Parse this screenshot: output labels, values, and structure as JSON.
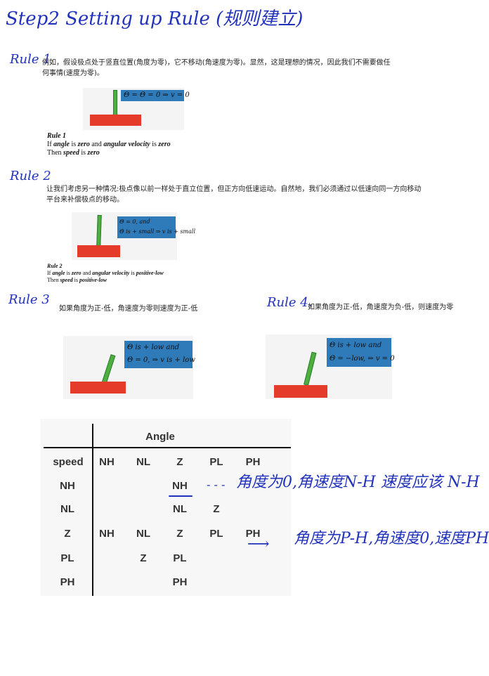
{
  "heading": "Step2   Setting up Rule (规则建立)",
  "rule1": {
    "label": "Rule 1",
    "desc_line1": "例如，假设极点处于竖直位置(角度为零)，它不移动(角速度为零)。显然，这是理想的情况，因此我们不需要做任",
    "desc_line2": "何事情(速度为零)。",
    "equation": "Θ = Θ̇ = 0 ⇒ v = 0",
    "cap_title": "Rule 1",
    "cap_if_a": "If ",
    "cap_angle": "angle",
    "cap_is": " is ",
    "cap_zero": "zero",
    "cap_and": " and ",
    "cap_av": "angular velocity",
    "cap_is2": " is ",
    "cap_zero2": "zero",
    "cap_then": "Then ",
    "cap_speed": "speed",
    "cap_is3": " is ",
    "cap_zero3": "zero"
  },
  "rule2": {
    "label": "Rule 2",
    "desc_line1": "让我们考虑另一种情况:极点像以前一样处于直立位置，但正方向低速运动。自然地，我们必须通过以低速向同一方向移动",
    "desc_line2": "平台来补偿极点的移动。",
    "eq1": "Θ = 0, and",
    "eq2": "Θ̇ is + small ⇒ v is + small",
    "cap_title": "Rule 2",
    "cap_if_a": "If ",
    "cap_angle": "angle",
    "cap_is": " is ",
    "cap_zero": "zero",
    "cap_and": " and ",
    "cap_av": "angular velocity",
    "cap_is2": " is ",
    "cap_pl": "positive-low",
    "cap_then": "Then ",
    "cap_speed": "speed",
    "cap_is3": " is ",
    "cap_pl2": "positive-low"
  },
  "rule3": {
    "label": "Rule 3",
    "desc": "如果角度为正-低，角速度为零则速度为正-低",
    "eq1": "Θ is + low and",
    "eq2": "Θ̇ = 0, ⇒ v is + low"
  },
  "rule4": {
    "label": "Rule 4.",
    "desc": "如果角度为正-低，角速度为负-低，则速度为零",
    "eq1": "Θ is + low and",
    "eq2": "Θ̇ = −low, ⇒ v = 0"
  },
  "table": {
    "angle_header": "Angle",
    "corner": "speed",
    "cols": [
      "NH",
      "NL",
      "Z",
      "PL",
      "PH"
    ],
    "rows": [
      {
        "label": "NH",
        "cells": [
          "",
          "",
          "NH",
          "",
          ""
        ]
      },
      {
        "label": "NL",
        "cells": [
          "",
          "",
          "NL",
          "Z",
          ""
        ]
      },
      {
        "label": "Z",
        "cells": [
          "NH",
          "NL",
          "Z",
          "PL",
          "PH"
        ]
      },
      {
        "label": "PL",
        "cells": [
          "",
          "Z",
          "PL",
          "",
          ""
        ]
      },
      {
        "label": "PH",
        "cells": [
          "",
          "",
          "PH",
          "",
          ""
        ]
      }
    ]
  },
  "notes": {
    "note1_arrow": "- - -",
    "note1": "角度为0,角速度N-H 速度应该 N-H",
    "note2_arrow": "⟶",
    "note2": "角度为P-H,角速度0,速度PH"
  },
  "colors": {
    "ink": "#2233bb",
    "pole": "#4caf3e",
    "cart": "#e53b2b",
    "eqbox": "#2f7ab8"
  }
}
